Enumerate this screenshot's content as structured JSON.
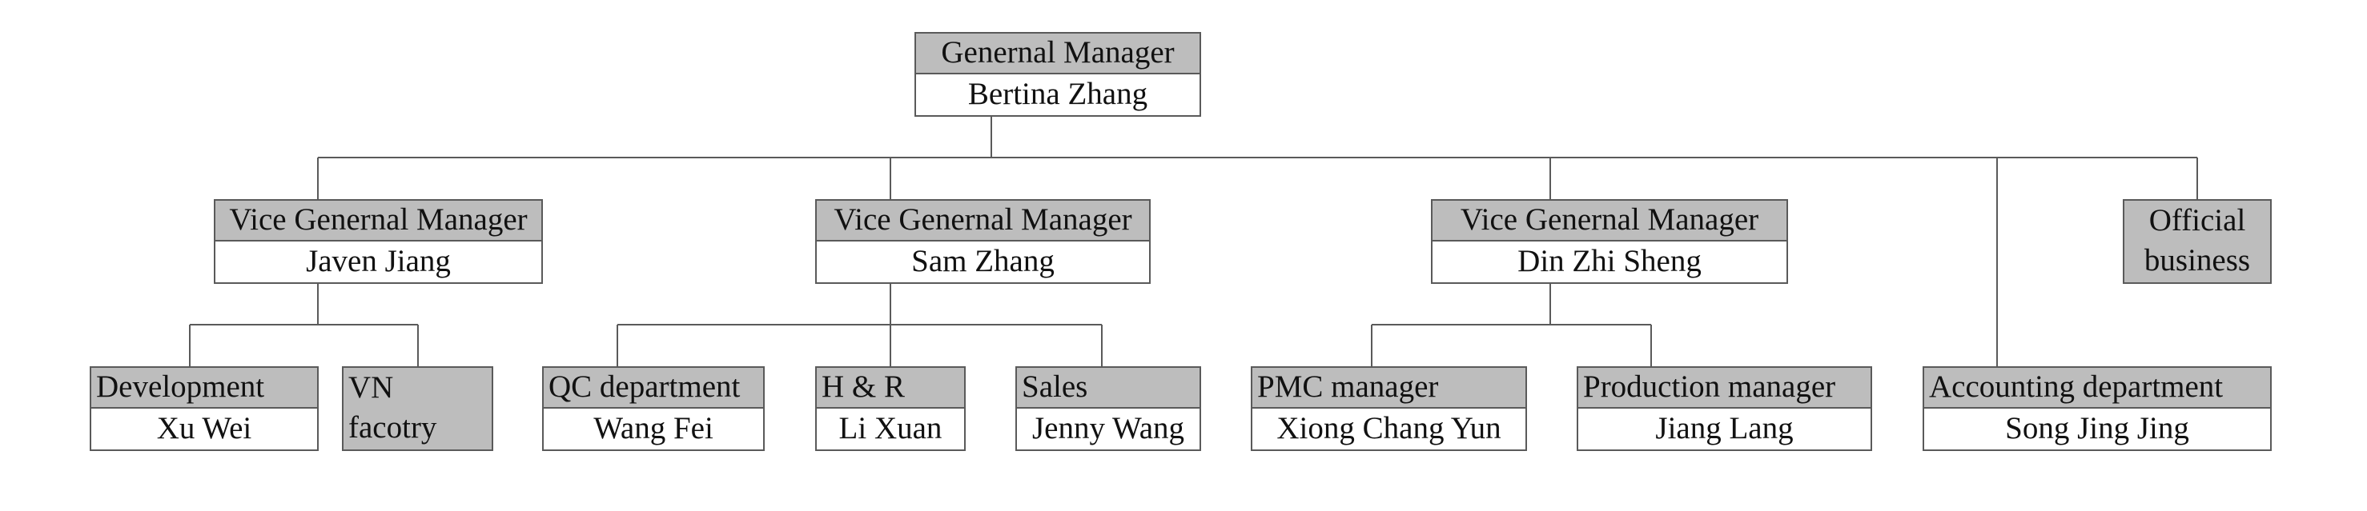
{
  "org_chart": {
    "general_manager": {
      "role": "Genernal Manager",
      "name": "Bertina Zhang"
    },
    "vice_gm_1": {
      "role": "Vice Genernal Manager",
      "name": "Javen Jiang"
    },
    "vice_gm_2": {
      "role": "Vice Genernal Manager",
      "name": "Sam Zhang"
    },
    "vice_gm_3": {
      "role": "Vice Genernal Manager",
      "name": "Din Zhi Sheng"
    },
    "official_business": {
      "line1": "Official",
      "line2": "business"
    },
    "development": {
      "role": "Development",
      "name": "Xu Wei"
    },
    "vn_factory": {
      "line1": "VN",
      "line2": "facotry"
    },
    "qc_department": {
      "role": "QC department",
      "name": "Wang Fei"
    },
    "hr": {
      "role": "H & R",
      "name": "Li Xuan"
    },
    "sales": {
      "role": "Sales",
      "name": "Jenny Wang"
    },
    "pmc_manager": {
      "role": "PMC manager",
      "name": "Xiong Chang Yun"
    },
    "production_manager": {
      "role": "Production manager",
      "name": "Jiang Lang"
    },
    "accounting_department": {
      "role": "Accounting department",
      "name": "Song Jing Jing"
    }
  },
  "colors": {
    "header_fill": "#bdbdbd",
    "border": "#5a5a5a",
    "line": "#5a5a5a"
  }
}
